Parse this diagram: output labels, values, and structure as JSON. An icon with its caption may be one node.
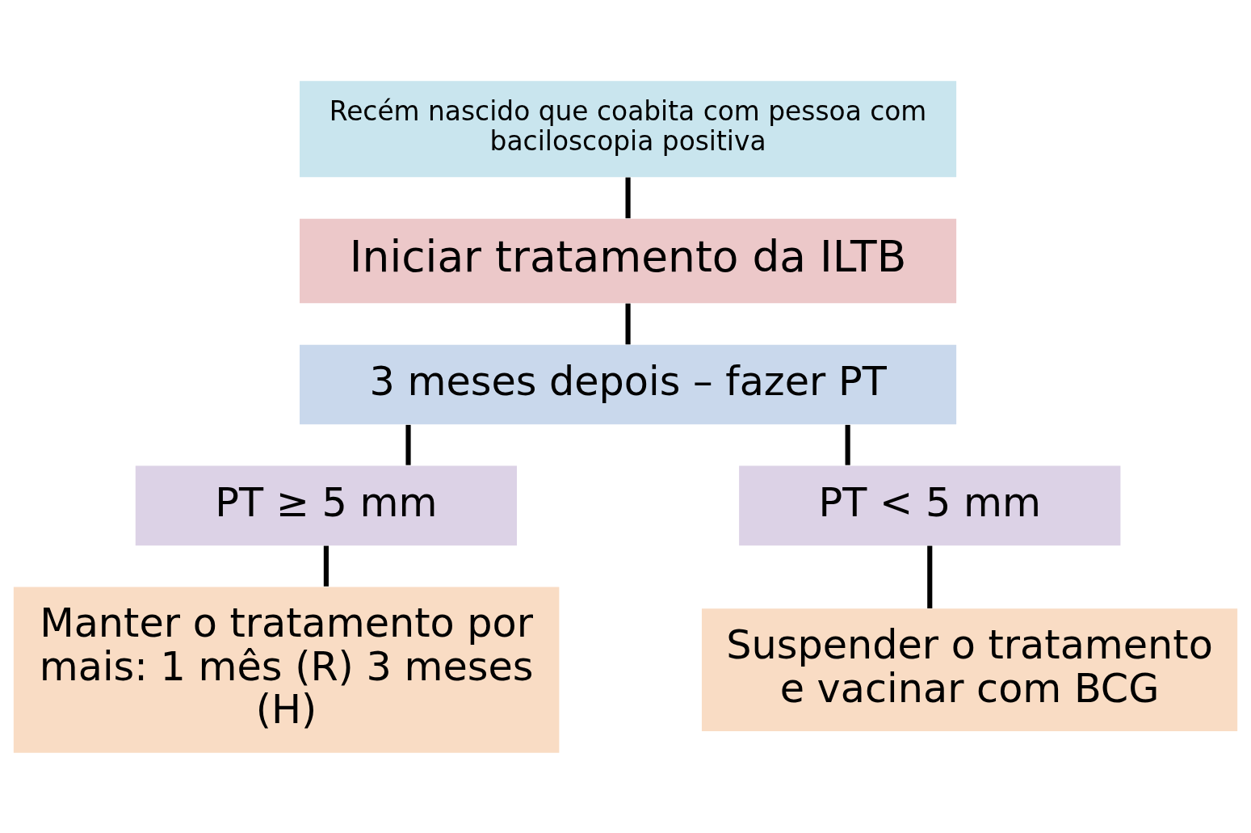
{
  "diagram": {
    "nodes": [
      {
        "text": [
          "Recém nascido que coabita com pessoa com baciloscopia positiva"
        ]
      },
      {
        "text": [
          "Iniciar tratamento da ILTB"
        ]
      },
      {
        "text": [
          "3 meses depois – fazer PT"
        ]
      },
      {
        "text": [
          "PT ≥ 5 mm"
        ]
      },
      {
        "text": [
          "PT < 5 mm"
        ]
      },
      {
        "text": [
          "Manter o tratamento por mais: 1 mês (R) 3 meses (H)"
        ]
      },
      {
        "text": [
          "Suspender o tratamento e vacinar com BCG"
        ]
      }
    ],
    "edges": [
      {
        "from": 0,
        "to": 1,
        "arrow": "none"
      },
      {
        "from": 1,
        "to": 2,
        "arrow": "none"
      },
      {
        "from": 2,
        "to": 3,
        "arrow": "none"
      },
      {
        "from": 2,
        "to": 4,
        "arrow": "none"
      },
      {
        "from": 3,
        "to": 5,
        "arrow": "none"
      },
      {
        "from": 4,
        "to": 6,
        "arrow": "none"
      }
    ]
  }
}
